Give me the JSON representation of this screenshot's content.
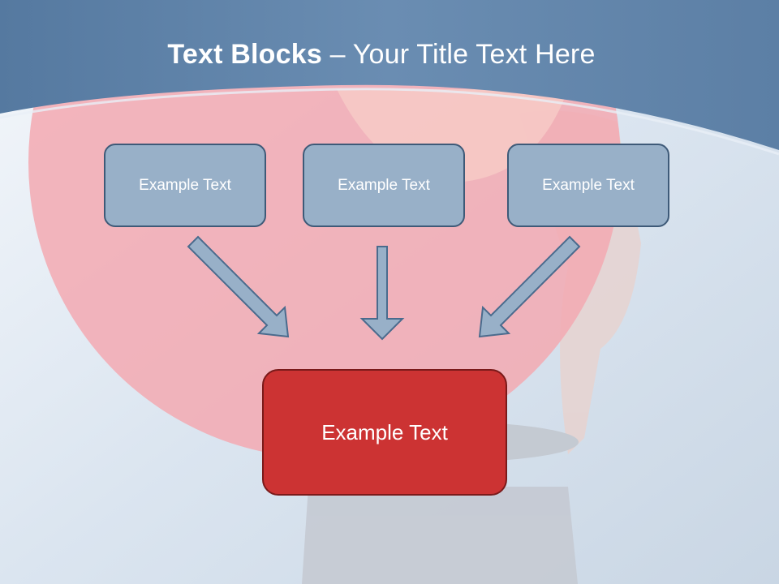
{
  "title": {
    "bold": "Text Blocks",
    "rest": " – Your Title Text Here"
  },
  "blocks": [
    {
      "label": "Example Text"
    },
    {
      "label": "Example Text"
    },
    {
      "label": "Example Text"
    }
  ],
  "main_block": {
    "label": "Example Text"
  },
  "colors": {
    "header": "#5d7fa3",
    "box_fill": "#98b0c8",
    "box_border": "#3e5a78",
    "main_fill": "#cc3333",
    "main_border": "#7a1a1a",
    "accent_circle": "#f3a9b1"
  }
}
